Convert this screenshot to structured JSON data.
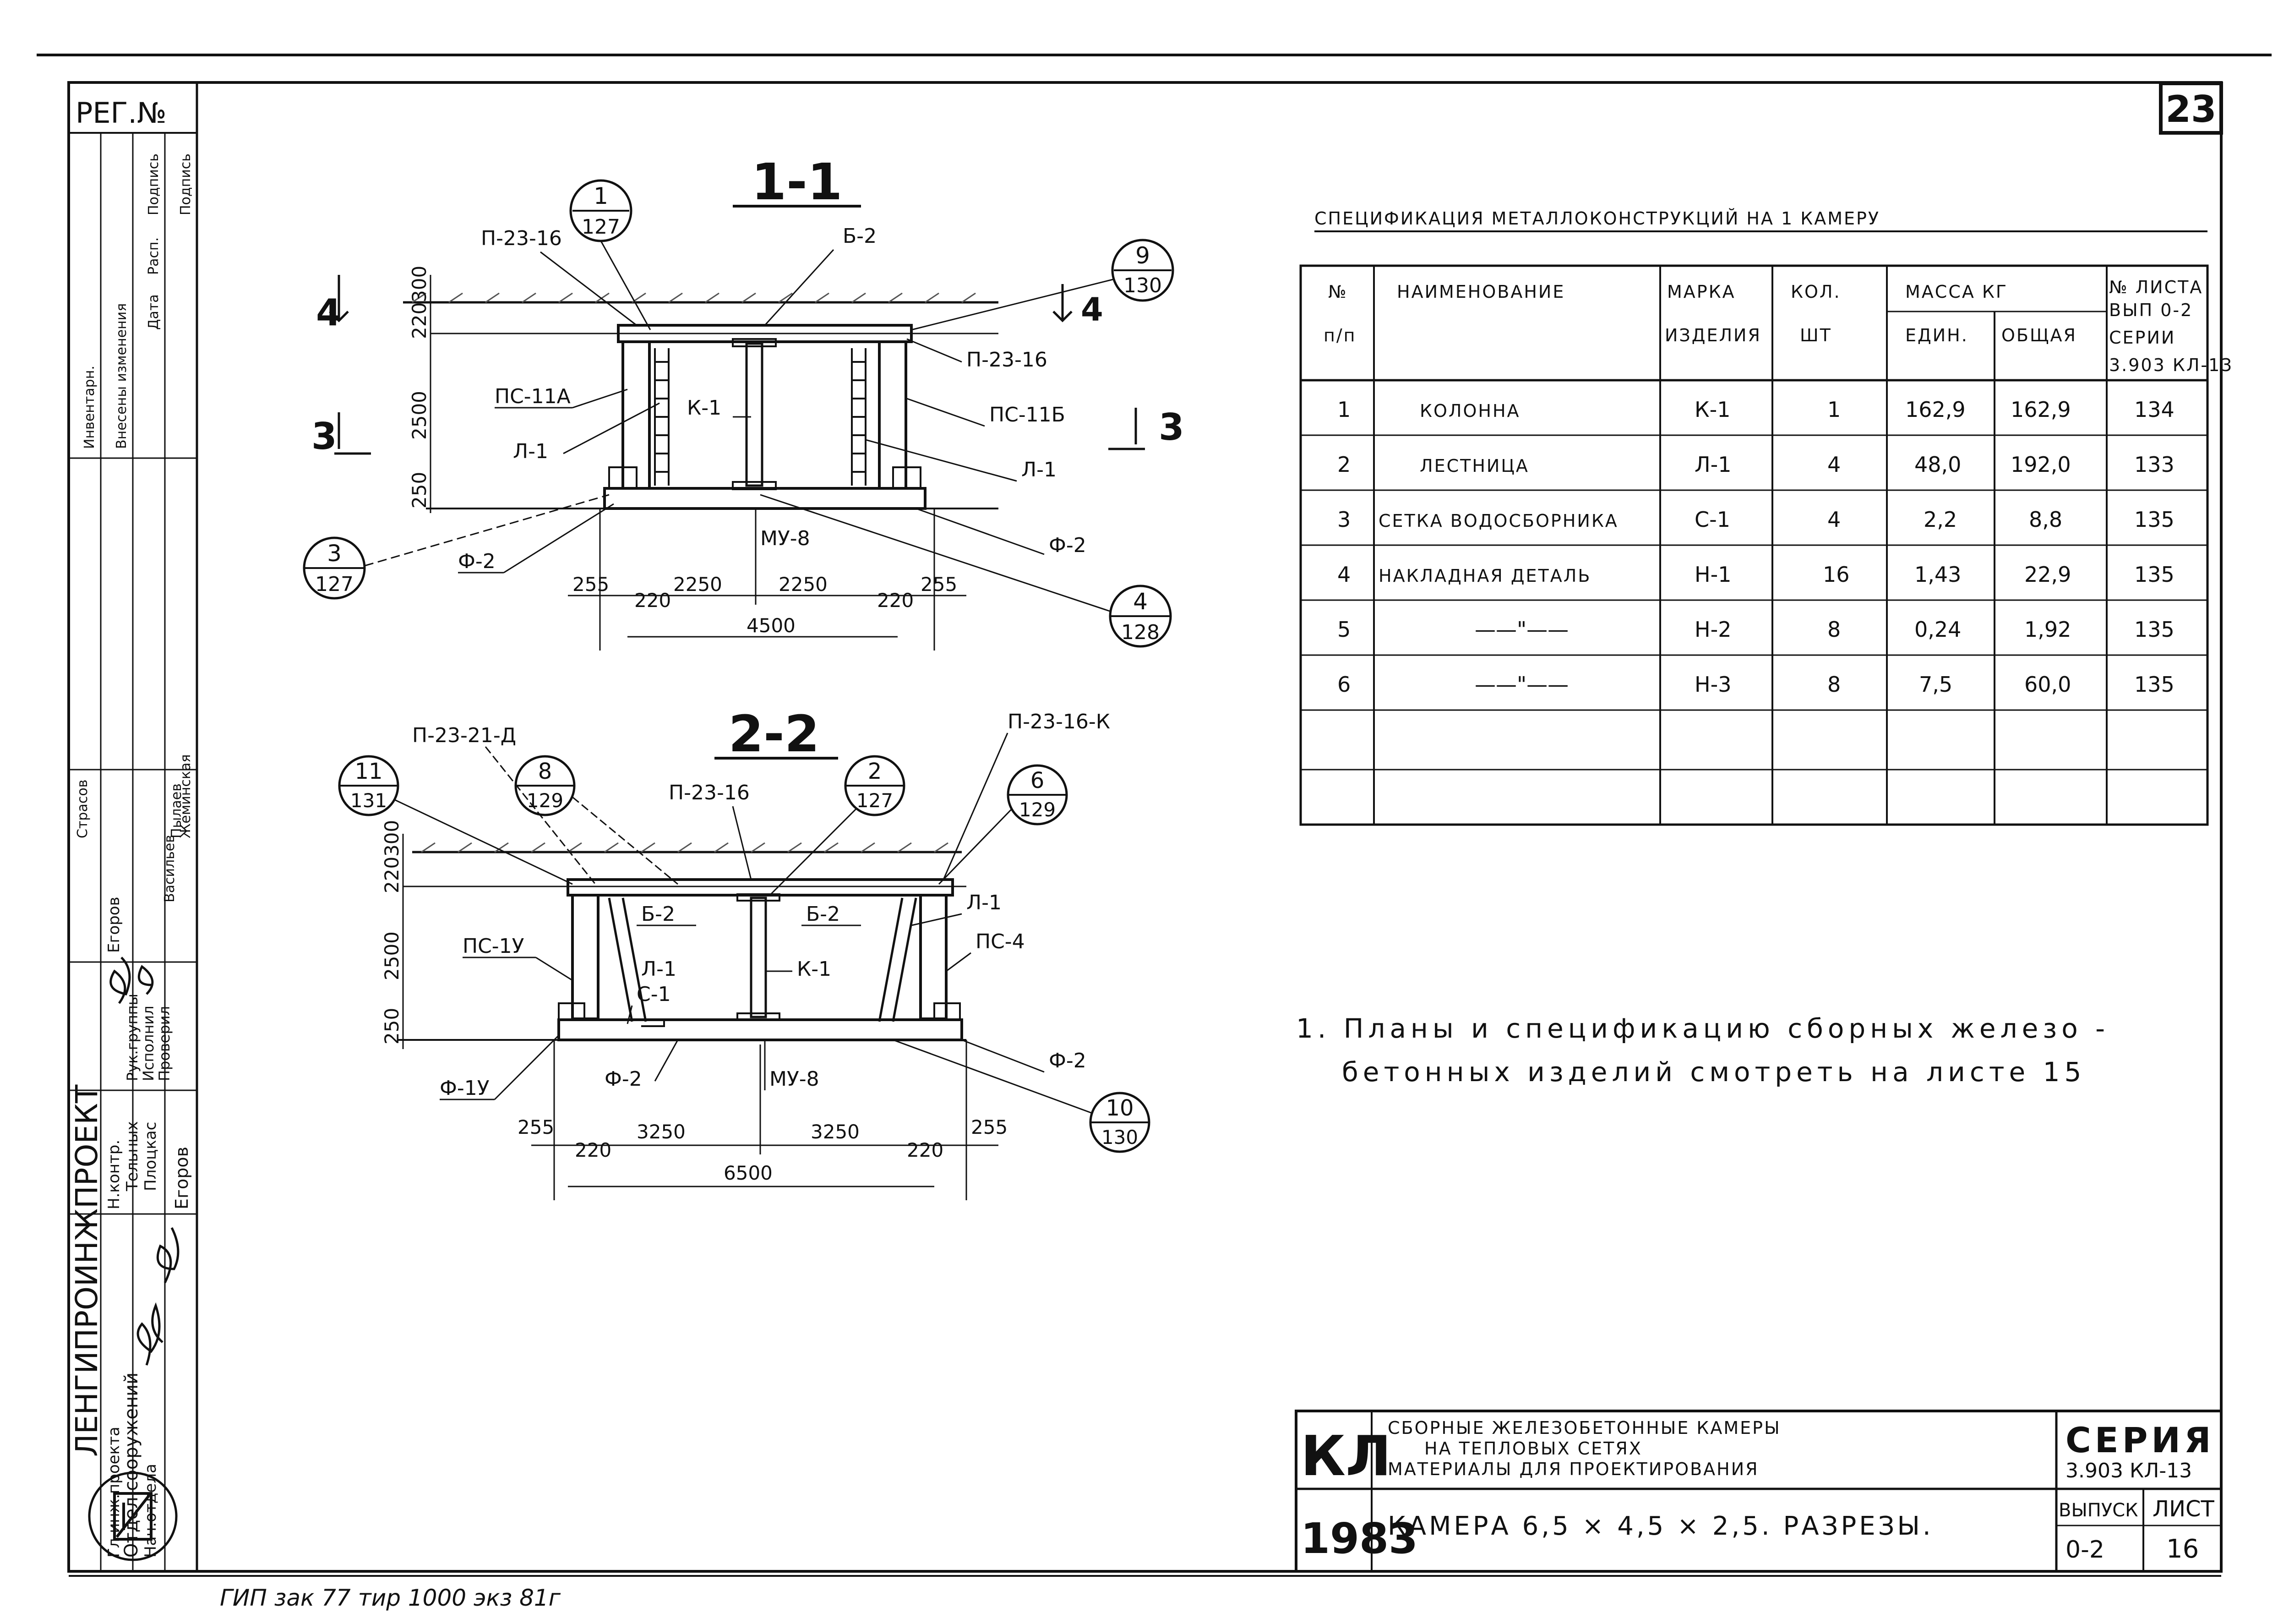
{
  "sheet_number": "23",
  "reg_label": "РЕГ.№",
  "stamp_block": {
    "col_headers": [
      "Инвентарн.",
      "Внесены изменения",
      "Дата",
      "Расп.",
      "Подпись",
      "Подпись"
    ],
    "org": "ЛЕНГИПРОИНЖПРОЕКТ",
    "roles": [
      "Гл.инж.проекта",
      "Отдел сооружений",
      "Нач.отдела",
      "Н.контр.",
      "Рук.группы",
      "Исполнил",
      "Проверил"
    ],
    "names": [
      "Егоров",
      "Тельных",
      "Плоцкас",
      "Егоров",
      "Васильев",
      "Пылаев",
      "Жеминская",
      "Страсов"
    ]
  },
  "section_1": {
    "title": "1-1",
    "marks": [
      "П-23-16",
      "Б-2",
      "П-23-16",
      "ПС-11А",
      "ПС-11Б",
      "К-1",
      "Л-1",
      "Л-1",
      "Ф-2",
      "Ф-2",
      "МУ-8"
    ],
    "callouts": [
      {
        "top": "1",
        "bottom": "127"
      },
      {
        "top": "9",
        "bottom": "130"
      },
      {
        "top": "3",
        "bottom": "127"
      },
      {
        "top": "4",
        "bottom": "128"
      }
    ],
    "cut_labels": [
      "4",
      "4",
      "3",
      "3"
    ],
    "vert_dims": [
      "300",
      "220",
      "2500",
      "250"
    ],
    "horiz_dims": [
      "255",
      "220",
      "2250",
      "2250",
      "220",
      "255",
      "4500"
    ]
  },
  "section_2": {
    "title": "2-2",
    "marks": [
      "П-23-21-Д",
      "П-23-16",
      "П-23-16-К",
      "Б-2",
      "Б-2",
      "Л-1",
      "Л-1",
      "С-1",
      "К-1",
      "ПС-1У",
      "ПС-4",
      "Ф-1У",
      "Ф-2",
      "МУ-8",
      "Ф-2"
    ],
    "callouts": [
      {
        "top": "11",
        "bottom": "131"
      },
      {
        "top": "8",
        "bottom": "129"
      },
      {
        "top": "2",
        "bottom": "127"
      },
      {
        "top": "6",
        "bottom": "129"
      },
      {
        "top": "10",
        "bottom": "130"
      }
    ],
    "vert_dims": [
      "300",
      "220",
      "2500",
      "250"
    ],
    "horiz_dims": [
      "255",
      "220",
      "3250",
      "3250",
      "220",
      "255",
      "6500"
    ]
  },
  "spec": {
    "title": "СПЕЦИФИКАЦИЯ  МЕТАЛЛОКОНСТРУКЦИЙ НА 1 КАМЕРУ",
    "headers": {
      "num": [
        "№",
        "п/п"
      ],
      "name": "НАИМЕНОВАНИЕ",
      "mark": [
        "МАРКА",
        "ИЗДЕЛИЯ"
      ],
      "qty": [
        "КОЛ.",
        "ШТ"
      ],
      "mass": "МАССА  КГ",
      "mass_unit": "ЕДИН.",
      "mass_total": "ОБЩАЯ",
      "sheet": [
        "№ ЛИСТА",
        "ВЫП 0-2",
        "СЕРИИ",
        "3.903 КЛ-13"
      ]
    },
    "rows": [
      [
        "1",
        "КОЛОННА",
        "К-1",
        "1",
        "162,9",
        "162,9",
        "134"
      ],
      [
        "2",
        "ЛЕСТНИЦА",
        "Л-1",
        "4",
        "48,0",
        "192,0",
        "133"
      ],
      [
        "3",
        "СЕТКА ВОДОСБОРНИКА",
        "С-1",
        "4",
        "2,2",
        "8,8",
        "135"
      ],
      [
        "4",
        "НАКЛАДНАЯ ДЕТАЛЬ",
        "Н-1",
        "16",
        "1,43",
        "22,9",
        "135"
      ],
      [
        "5",
        "——\"——",
        "Н-2",
        "8",
        "0,24",
        "1,92",
        "135"
      ],
      [
        "6",
        "——\"——",
        "Н-3",
        "8",
        "7,5",
        "60,0",
        "135"
      ],
      [
        "",
        "",
        "",
        "",
        "",
        "",
        ""
      ],
      [
        "",
        "",
        "",
        "",
        "",
        "",
        ""
      ]
    ]
  },
  "note_line1": "1. Планы и спецификацию сборных железо -",
  "note_line2": "бетонных изделий смотреть на листе 15",
  "title_block": {
    "code": "КЛ",
    "year": "1983",
    "desc_line1": "СБОРНЫЕ ЖЕЛЕЗОБЕТОННЫЕ КАМЕРЫ",
    "desc_line2": "НА ТЕПЛОВЫХ СЕТЯХ",
    "desc_line3": "МАТЕРИАЛЫ ДЛЯ ПРОЕКТИРОВАНИЯ",
    "sheet_desc": "КАМЕРА 6,5 × 4,5 × 2,5.  РАЗРЕЗЫ.",
    "series_label": "СЕРИЯ",
    "series_value": "3.903 КЛ-13",
    "issue_label": "ВЫПУСК",
    "issue_value": "0-2",
    "list_label": "ЛИСТ",
    "list_value": "16"
  },
  "footer": "ГИП  зак 77  тир 1000 экз  81г"
}
